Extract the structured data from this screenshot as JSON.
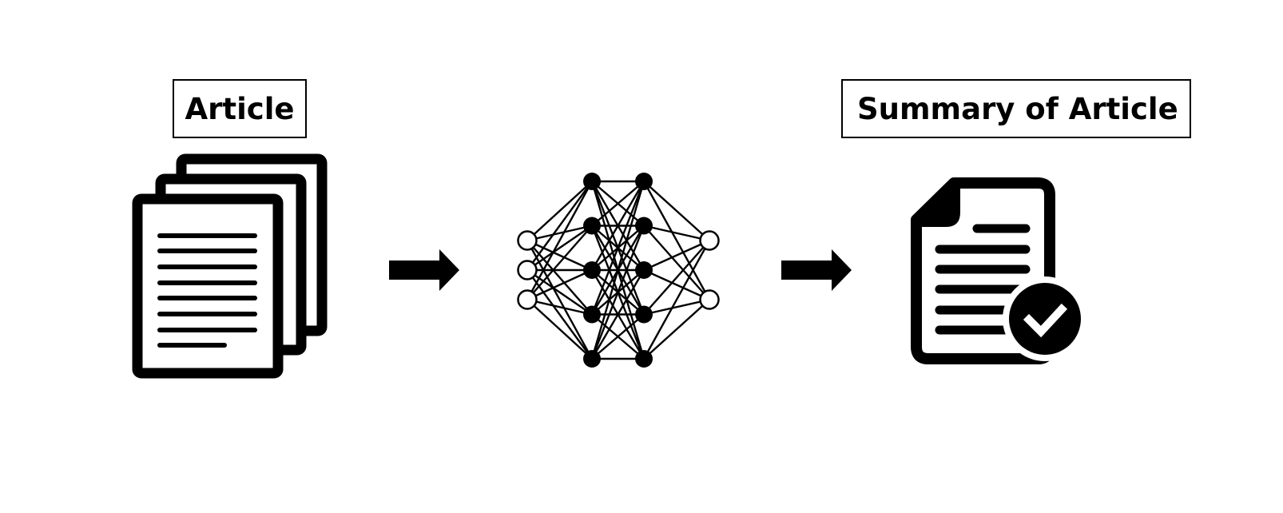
{
  "labels": {
    "input": "Article",
    "output": "Summary of Article"
  },
  "icons": {
    "input": "stacked-documents-icon",
    "process": "neural-network-icon",
    "output": "approved-document-icon",
    "flow": "right-arrow-icon"
  },
  "colors": {
    "ink": "#000000",
    "paper": "#ffffff"
  },
  "network": {
    "layers": [
      {
        "nodes": 3,
        "filled": false
      },
      {
        "nodes": 5,
        "filled": true
      },
      {
        "nodes": 5,
        "filled": true
      },
      {
        "nodes": 2,
        "filled": false
      }
    ]
  }
}
